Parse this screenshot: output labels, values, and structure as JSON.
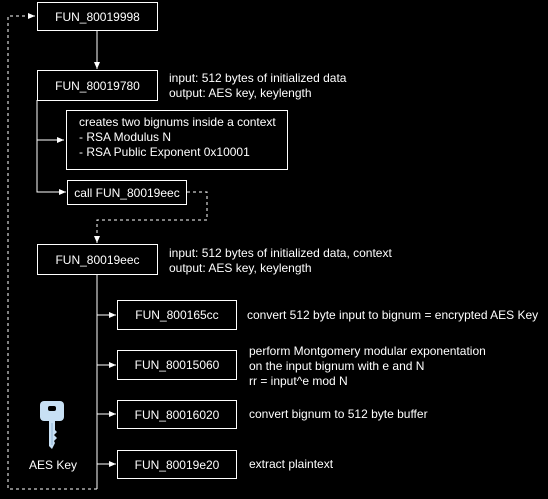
{
  "colors": {
    "background": "#000000",
    "foreground": "#ffffff"
  },
  "nodes": {
    "fun_80019998": "FUN_80019998",
    "fun_80019780": "FUN_80019780",
    "call_box": "call FUN_80019eec",
    "fun_80019eec": "FUN_80019eec",
    "fun_800165cc": "FUN_800165cc",
    "fun_80015060": "FUN_80015060",
    "fun_80016020": "FUN_80016020",
    "fun_80019e20": "FUN_80019e20"
  },
  "note": {
    "lines": [
      "creates two bignums inside a context",
      "- RSA Modulus N",
      "- RSA Public Exponent 0x10001"
    ]
  },
  "labels": {
    "fun_80019780_io": [
      "input: 512 bytes of initialized data",
      "output: AES key, keylength"
    ],
    "fun_80019eec_io": [
      "input: 512 bytes of initialized data, context",
      "output: AES key, keylength"
    ],
    "fun_800165cc_desc": [
      "convert 512 byte input to bignum = encrypted AES Key"
    ],
    "fun_80015060_desc": [
      "perform Montgomery modular exponentation",
      "on the input bignum with e and N",
      "rr = input^e mod N"
    ],
    "fun_80016020_desc": [
      "convert bignum to 512 byte buffer"
    ],
    "fun_80019e20_desc": [
      "extract plaintext"
    ]
  },
  "key": {
    "icon": "key-icon",
    "label": "AES Key",
    "color": "#c8e0f4"
  }
}
